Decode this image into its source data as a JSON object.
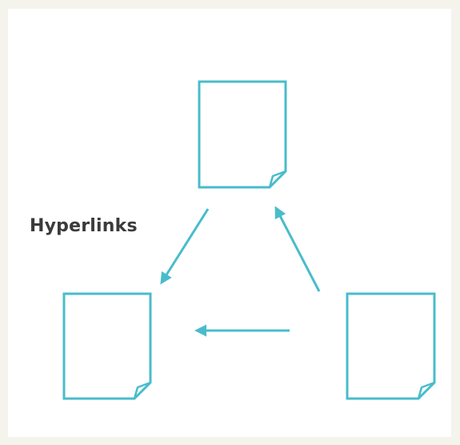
{
  "diagram": {
    "label": "Hyperlinks",
    "stroke_color": "#49bccb",
    "text_color": "#3b3b3b",
    "background_color": "#f4f3ec",
    "panel_color": "#ffffff",
    "nodes": [
      {
        "id": "top-page",
        "icon": "document-icon"
      },
      {
        "id": "bottom-left-page",
        "icon": "document-icon"
      },
      {
        "id": "bottom-right-page",
        "icon": "document-icon"
      }
    ],
    "edges": [
      {
        "from": "top-page",
        "to": "bottom-left-page"
      },
      {
        "from": "bottom-right-page",
        "to": "top-page"
      },
      {
        "from": "bottom-right-page",
        "to": "bottom-left-page"
      }
    ]
  }
}
